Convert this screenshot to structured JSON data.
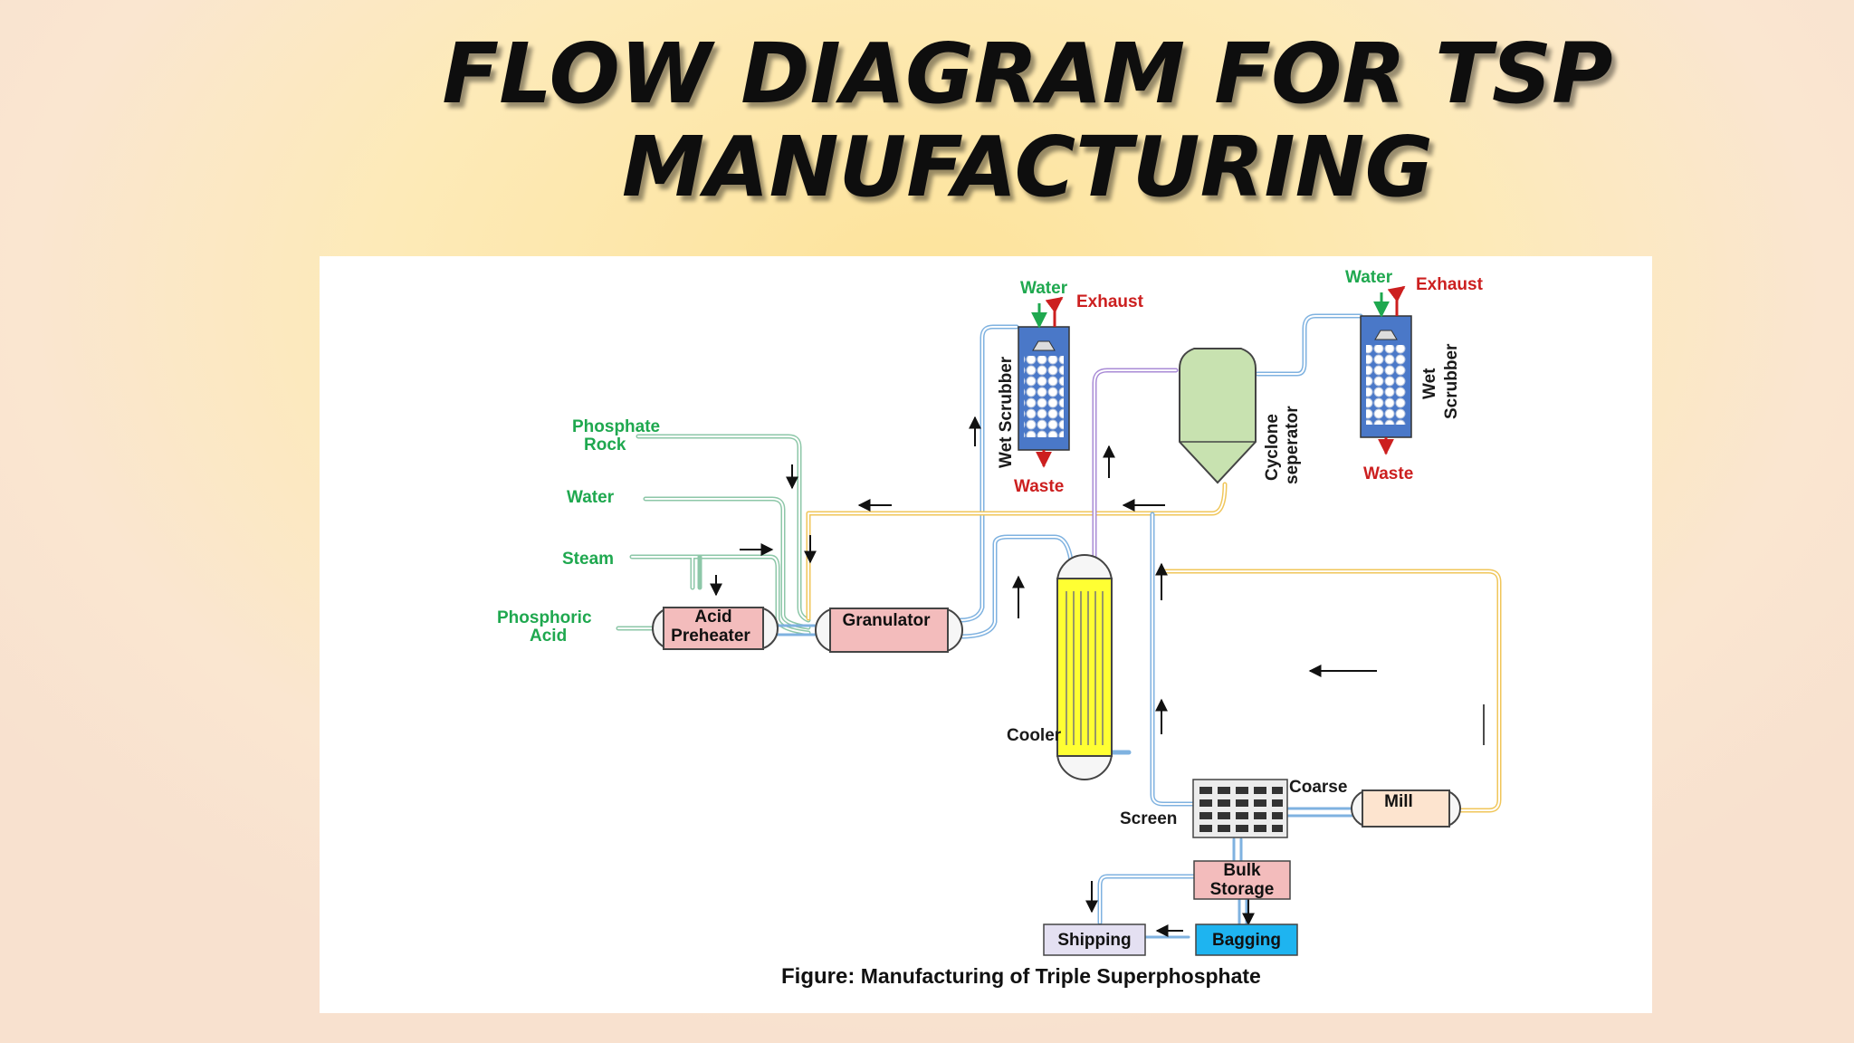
{
  "title": {
    "line1": "FLOW DIAGRAM FOR TSP",
    "line2": "MANUFACTURING"
  },
  "diagram": {
    "inputs": {
      "phosphate_rock_1": "Phosphate",
      "phosphate_rock_2": "Rock",
      "water": "Water",
      "steam": "Steam",
      "phosphoric_acid_1": "Phosphoric",
      "phosphoric_acid_2": "Acid"
    },
    "units": {
      "acid_preheater_1": "Acid",
      "acid_preheater_2": "Preheater",
      "granulator": "Granulator",
      "wet_scrubber_left": "Wet Scrubber",
      "wet_scrubber_right_1": "Wet",
      "wet_scrubber_right_2": "Scrubber",
      "cyclone_1": "Cyclone",
      "cyclone_2": "seperator",
      "cooler": "Cooler",
      "screen": "Screen",
      "coarse": "Coarse",
      "mill": "Mill",
      "bulk_storage_1": "Bulk",
      "bulk_storage_2": "Storage",
      "bagging": "Bagging",
      "shipping": "Shipping"
    },
    "streams": {
      "water_left": "Water",
      "exhaust_left": "Exhaust",
      "waste_left": "Waste",
      "water_right": "Water",
      "exhaust_right": "Exhaust",
      "waste_right": "Waste"
    },
    "caption_bold": "Figure:",
    "caption_text": " Manufacturing of Triple Superphosphate",
    "colors": {
      "input_text": "#1fa84f",
      "stream_red": "#cc1f1f",
      "pipe_blue": "#5b9bd5",
      "pipe_green": "#62c08c",
      "pipe_yellow": "#f0c65a",
      "pipe_purple": "#a98bd6",
      "scrubber_blue": "#4a78c8",
      "cyclone_green": "#c8e2b0",
      "cooler_yellow": "#ffff33",
      "pink_box": "#f3bcbc",
      "bagging_blue": "#1eb4f0"
    }
  }
}
